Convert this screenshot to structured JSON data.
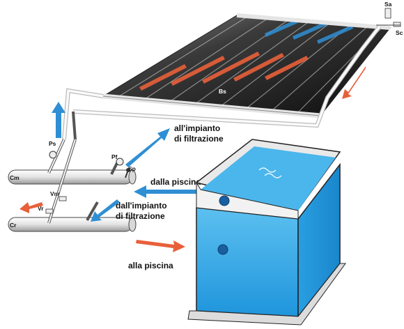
{
  "labels": {
    "sa": "Sa",
    "sc": "Sc",
    "bs": "Bs",
    "ps": "Ps",
    "pf": "Pf",
    "sp": "Sp",
    "cm": "Cm",
    "vnr": "Vnr",
    "vr": "Vr",
    "cr": "Cr"
  },
  "captions": {
    "to_filter_line1": "all'impianto",
    "to_filter_line2": "di filtrazione",
    "from_pool": "dalla piscina",
    "from_filter_line1": "dall'impianto",
    "from_filter_line2": "di filtrazione",
    "to_pool": "alla piscina"
  },
  "colors": {
    "cold_arrow": "#2f8fd4",
    "hot_arrow": "#e8603a",
    "water": "#35a8e6",
    "panel": "#1a1a1a"
  }
}
